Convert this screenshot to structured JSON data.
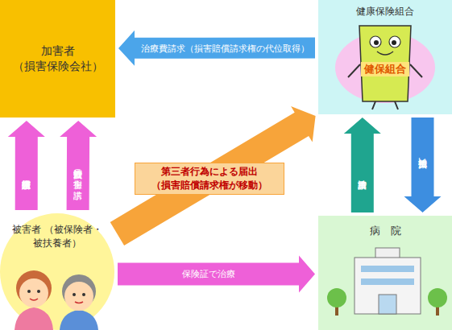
{
  "diagram": {
    "nodes": [
      {
        "text": [
          "加害者 （損害保険会社）"
        ]
      },
      {
        "text": [
          "健康保険組合",
          "健保組合"
        ]
      },
      {
        "text": [
          "被害者 （被保険者・被扶養者）"
        ]
      },
      {
        "text": [
          "病　院"
        ]
      }
    ],
    "edges": [
      {
        "from": 1,
        "to": 0,
        "arrow": "to",
        "label": "治療費請求（損害賠償請求権の代位取得）"
      },
      {
        "from": 2,
        "to": 0,
        "arrow": "to",
        "label": "損害賠償請求権発生"
      },
      {
        "from": 2,
        "to": 0,
        "arrow": "to",
        "label": "治療費以外の損害を請求"
      },
      {
        "from": 2,
        "to": 1,
        "arrow": "to",
        "label": "第三者行為による届出 （損害賠償請求権が移動）"
      },
      {
        "from": 3,
        "to": 1,
        "arrow": "to",
        "label": "治療費請求"
      },
      {
        "from": 1,
        "to": 3,
        "arrow": "to",
        "label": "治療費後払い"
      },
      {
        "from": 2,
        "to": 3,
        "arrow": "to",
        "label": "保険証で治療"
      }
    ]
  }
}
